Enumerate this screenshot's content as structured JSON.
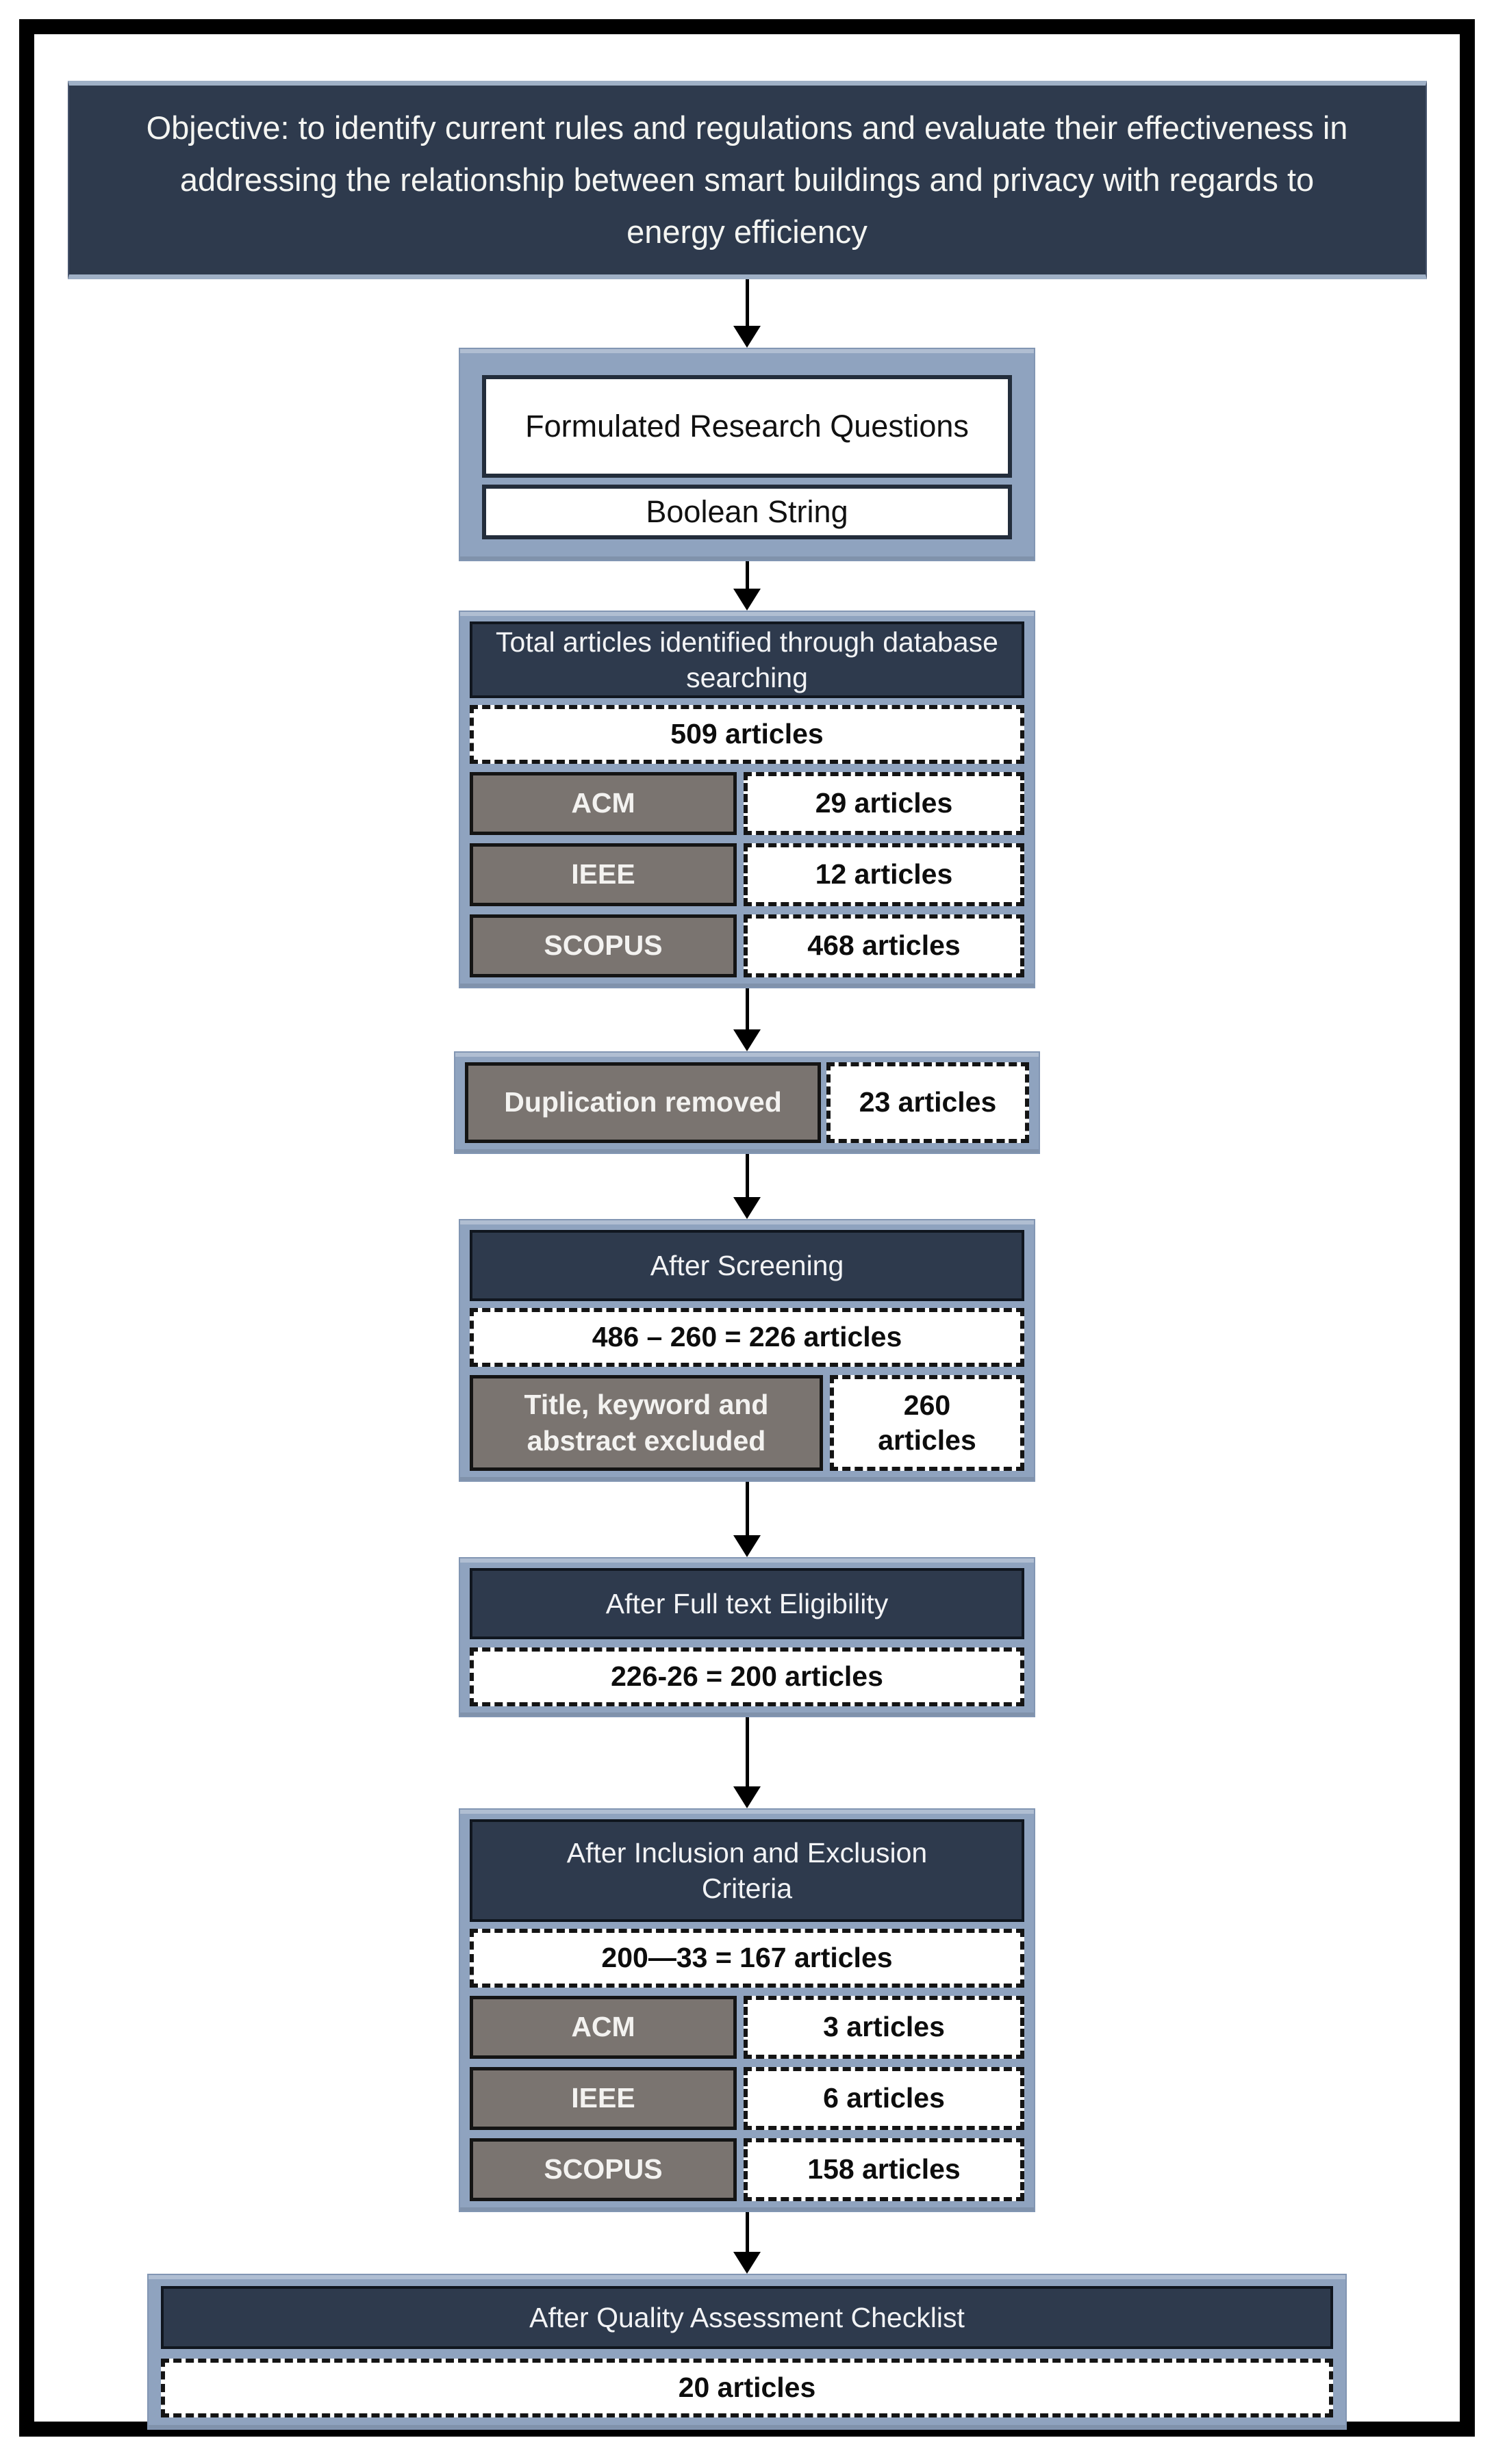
{
  "colors": {
    "header_navy": "#2E3A4D",
    "container_blue": "#8FA3BF",
    "source_gray": "#7A7470",
    "border_black": "#141414",
    "box_white": "#FFFFFF",
    "frame_black": "#000000"
  },
  "objective": {
    "text": "Objective: to identify current rules and regulations and evaluate their effectiveness in addressing the relationship between smart buildings and privacy with regards to energy efficiency"
  },
  "steps": {
    "questions": {
      "items": [
        "Formulated Research Questions",
        "Boolean String"
      ]
    },
    "identified": {
      "header": "Total articles identified through database searching",
      "total": "509 articles",
      "rows": [
        {
          "source": "ACM",
          "count": "29 articles"
        },
        {
          "source": "IEEE",
          "count": "12 articles"
        },
        {
          "source": "SCOPUS",
          "count": "468 articles"
        }
      ]
    },
    "duplication": {
      "source": "Duplication removed",
      "count": "23 articles"
    },
    "screening": {
      "header": "After Screening",
      "total": "486 – 260 = 226 articles",
      "excluded_label": "Title, keyword and abstract excluded",
      "excluded_count": "260 articles"
    },
    "fulltext": {
      "header": "After Full text Eligibility",
      "total": "226-26 = 200 articles"
    },
    "criteria": {
      "header": "After Inclusion and Exclusion Criteria",
      "total": "200—33 = 167 articles",
      "rows": [
        {
          "source": "ACM",
          "count": "3 articles"
        },
        {
          "source": "IEEE",
          "count": "6 articles"
        },
        {
          "source": "SCOPUS",
          "count": "158 articles"
        }
      ]
    },
    "quality": {
      "header": "After Quality Assessment Checklist",
      "total": "20 articles"
    }
  }
}
